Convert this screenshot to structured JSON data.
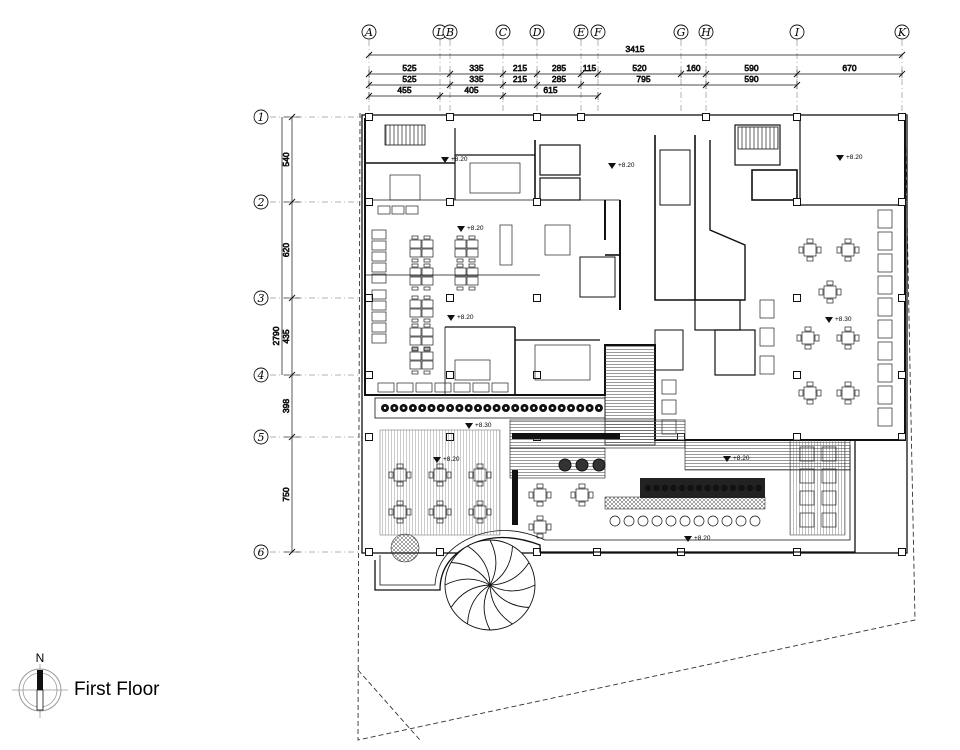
{
  "drawing": {
    "title": "First Floor",
    "north_label": "N"
  },
  "grid": {
    "columns": [
      "A",
      "L",
      "B",
      "C",
      "D",
      "E",
      "F",
      "G",
      "H",
      "I",
      "K"
    ],
    "rows": [
      "1",
      "2",
      "3",
      "4",
      "5",
      "6"
    ]
  },
  "dimensions": {
    "overall_width": "3415",
    "row1": [
      "525",
      "335",
      "215",
      "285",
      "115",
      "520",
      "160",
      "590",
      "670"
    ],
    "row2": [
      "525",
      "335",
      "215",
      "285",
      "795",
      "590"
    ],
    "row3": [
      "455",
      "405",
      "615"
    ],
    "vertical": [
      "540",
      "620",
      "435",
      "398",
      "750"
    ],
    "vertical_total": "2790"
  },
  "levels": [
    "+8.20",
    "+8.20",
    "+8.20",
    "+8.20",
    "+8.30",
    "+8.20",
    "+8.20",
    "+8.30",
    "+8.20",
    "+8.20"
  ],
  "colors": {
    "line": "#111111",
    "hatch": "#555555"
  }
}
